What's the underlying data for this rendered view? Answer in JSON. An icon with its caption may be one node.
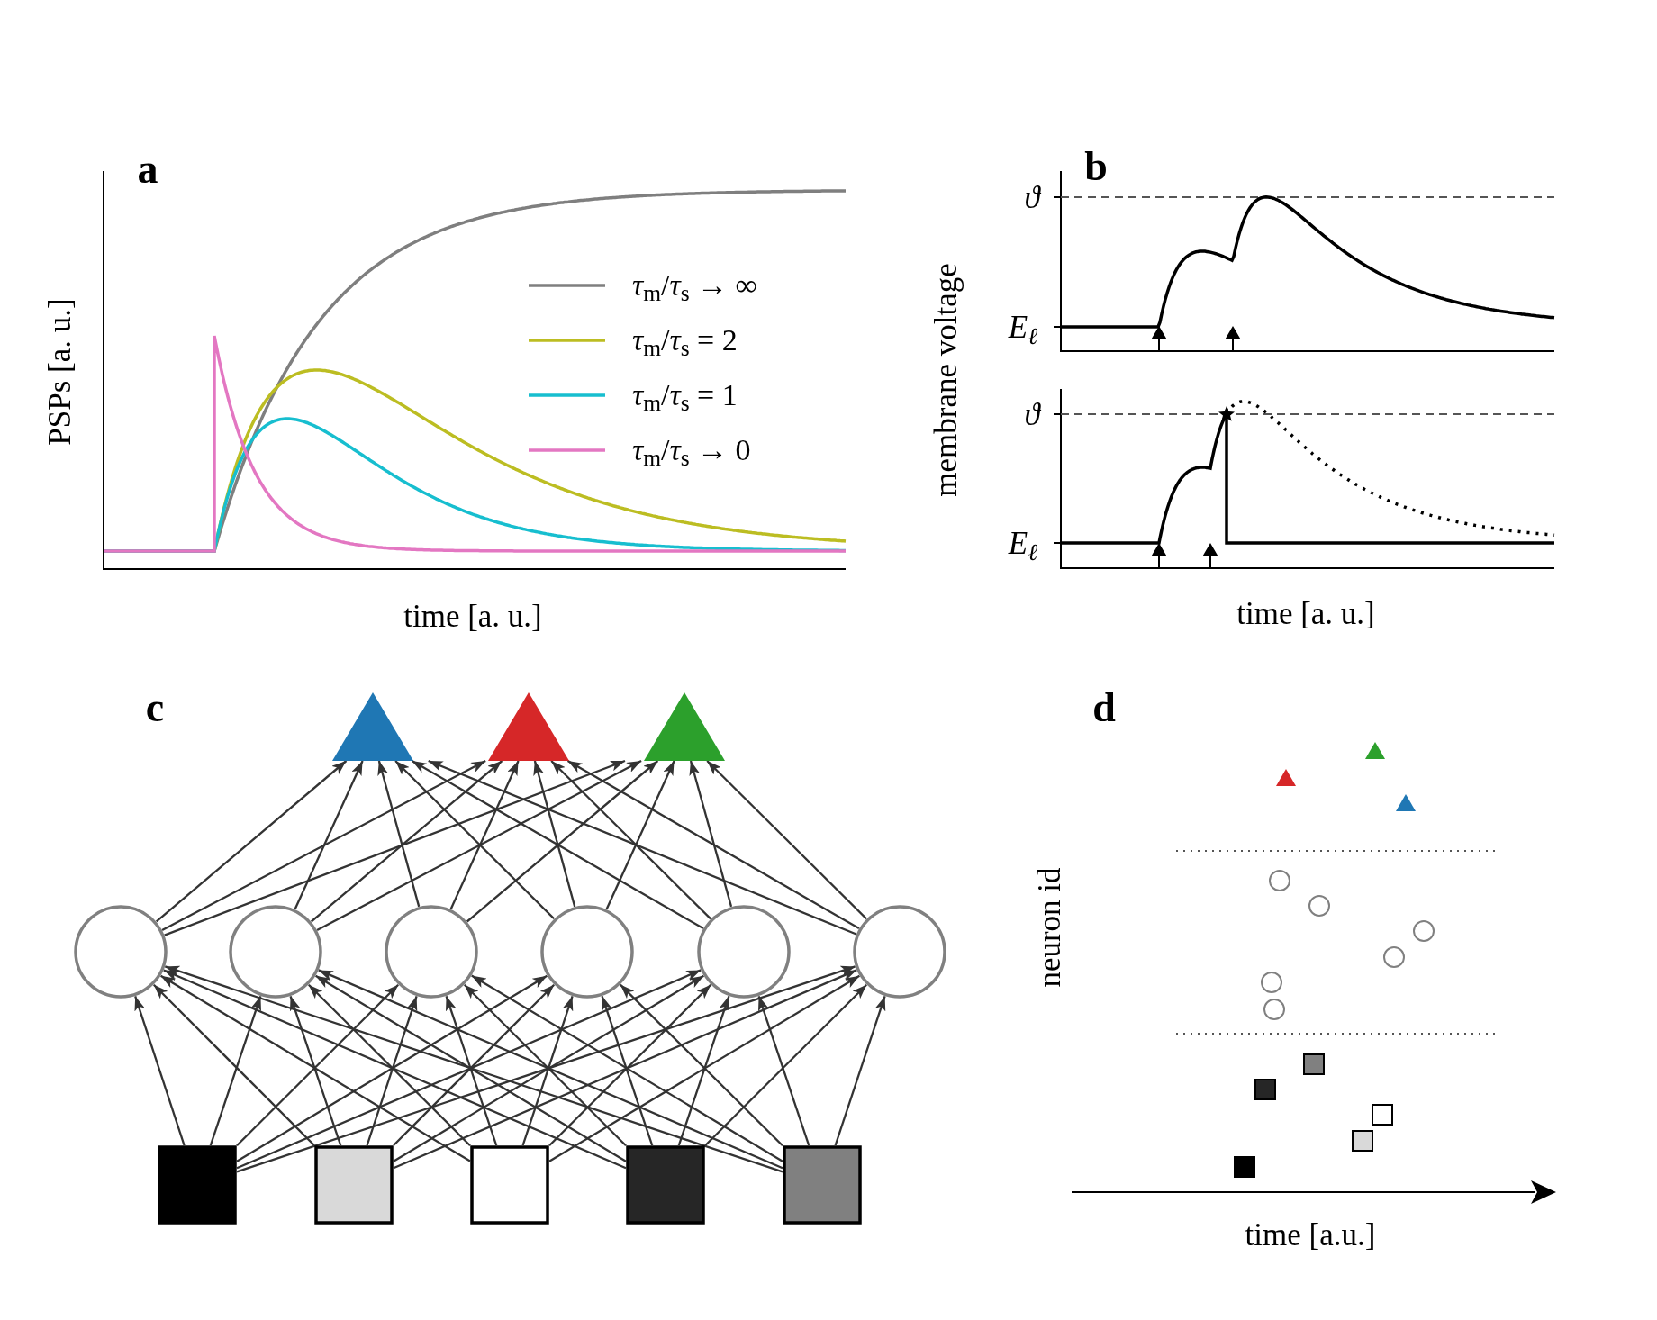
{
  "diagram": {
    "nodes": [
      {
        "text": [],
        "shape": "triangle"
      },
      {
        "text": [],
        "shape": "triangle"
      },
      {
        "text": [],
        "shape": "triangle"
      },
      {
        "text": [],
        "shape": "circle"
      },
      {
        "text": [],
        "shape": "circle"
      },
      {
        "text": [],
        "shape": "circle"
      },
      {
        "text": [],
        "shape": "circle"
      },
      {
        "text": [],
        "shape": "circle"
      },
      {
        "text": [],
        "shape": "circle"
      },
      {
        "text": [],
        "shape": "box"
      },
      {
        "text": [],
        "shape": "box"
      },
      {
        "text": [],
        "shape": "box"
      },
      {
        "text": [],
        "shape": "box"
      },
      {
        "text": [],
        "shape": "box"
      }
    ],
    "edges": [
      {
        "from": 9,
        "to": 3,
        "arrow": "to"
      },
      {
        "from": 9,
        "to": 4,
        "arrow": "to"
      },
      {
        "from": 9,
        "to": 5,
        "arrow": "to"
      },
      {
        "from": 9,
        "to": 6,
        "arrow": "to"
      },
      {
        "from": 9,
        "to": 7,
        "arrow": "to"
      },
      {
        "from": 9,
        "to": 8,
        "arrow": "to"
      },
      {
        "from": 10,
        "to": 3,
        "arrow": "to"
      },
      {
        "from": 10,
        "to": 4,
        "arrow": "to"
      },
      {
        "from": 10,
        "to": 5,
        "arrow": "to"
      },
      {
        "from": 10,
        "to": 6,
        "arrow": "to"
      },
      {
        "from": 10,
        "to": 7,
        "arrow": "to"
      },
      {
        "from": 10,
        "to": 8,
        "arrow": "to"
      },
      {
        "from": 11,
        "to": 3,
        "arrow": "to"
      },
      {
        "from": 11,
        "to": 4,
        "arrow": "to"
      },
      {
        "from": 11,
        "to": 5,
        "arrow": "to"
      },
      {
        "from": 11,
        "to": 6,
        "arrow": "to"
      },
      {
        "from": 11,
        "to": 7,
        "arrow": "to"
      },
      {
        "from": 11,
        "to": 8,
        "arrow": "to"
      },
      {
        "from": 12,
        "to": 3,
        "arrow": "to"
      },
      {
        "from": 12,
        "to": 4,
        "arrow": "to"
      },
      {
        "from": 12,
        "to": 5,
        "arrow": "to"
      },
      {
        "from": 12,
        "to": 6,
        "arrow": "to"
      },
      {
        "from": 12,
        "to": 7,
        "arrow": "to"
      },
      {
        "from": 12,
        "to": 8,
        "arrow": "to"
      },
      {
        "from": 13,
        "to": 3,
        "arrow": "to"
      },
      {
        "from": 13,
        "to": 4,
        "arrow": "to"
      },
      {
        "from": 13,
        "to": 5,
        "arrow": "to"
      },
      {
        "from": 13,
        "to": 6,
        "arrow": "to"
      },
      {
        "from": 13,
        "to": 7,
        "arrow": "to"
      },
      {
        "from": 13,
        "to": 8,
        "arrow": "to"
      },
      {
        "from": 3,
        "to": 0,
        "arrow": "to"
      },
      {
        "from": 3,
        "to": 1,
        "arrow": "to"
      },
      {
        "from": 3,
        "to": 2,
        "arrow": "to"
      },
      {
        "from": 4,
        "to": 0,
        "arrow": "to"
      },
      {
        "from": 4,
        "to": 1,
        "arrow": "to"
      },
      {
        "from": 4,
        "to": 2,
        "arrow": "to"
      },
      {
        "from": 5,
        "to": 0,
        "arrow": "to"
      },
      {
        "from": 5,
        "to": 1,
        "arrow": "to"
      },
      {
        "from": 5,
        "to": 2,
        "arrow": "to"
      },
      {
        "from": 6,
        "to": 0,
        "arrow": "to"
      },
      {
        "from": 6,
        "to": 1,
        "arrow": "to"
      },
      {
        "from": 6,
        "to": 2,
        "arrow": "to"
      },
      {
        "from": 7,
        "to": 0,
        "arrow": "to"
      },
      {
        "from": 7,
        "to": 1,
        "arrow": "to"
      },
      {
        "from": 7,
        "to": 2,
        "arrow": "to"
      },
      {
        "from": 8,
        "to": 0,
        "arrow": "to"
      },
      {
        "from": 8,
        "to": 1,
        "arrow": "to"
      },
      {
        "from": 8,
        "to": 2,
        "arrow": "to"
      }
    ],
    "labels": [
      "a",
      "PSPs [a. u.]",
      "time [a. u.]",
      "b",
      "ϑ",
      "E$_{ℓ}$",
      "ϑ",
      "E$_{ℓ}$",
      "membrane voltage",
      "time [a. u.]",
      "c",
      "d",
      "neuron id",
      "time [a.u.]"
    ],
    "legend": [
      {
        "text": "*τ*$_{m}$/*τ*$_{s}$ → ∞"
      },
      {
        "text": "*τ*$_{m}$/*τ*$_{s}$ = 2"
      },
      {
        "text": "*τ*$_{m}$/*τ*$_{s}$ = 1"
      },
      {
        "text": "*τ*$_{m}$/*τ*$_{s}$ → 0"
      }
    ]
  }
}
